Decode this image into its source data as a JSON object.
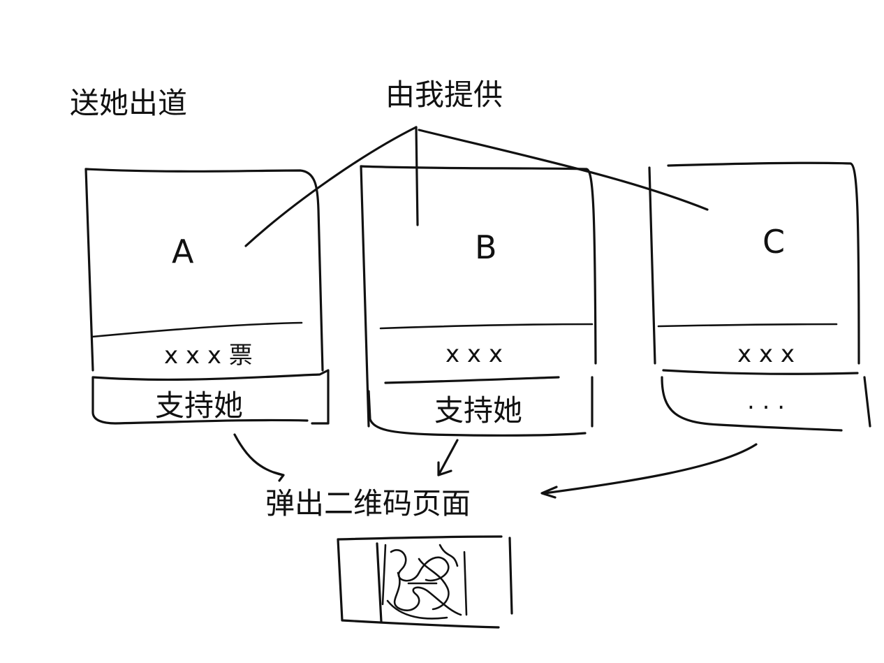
{
  "heading_left": "送她出道",
  "heading_center": "由我提供",
  "cards": [
    {
      "letter": "A",
      "footer_text": "x x x 票",
      "action_text": "支持她"
    },
    {
      "letter": "B",
      "footer_text": "x x x",
      "action_text": "支持她"
    },
    {
      "letter": "C",
      "footer_text": "x x x",
      "action_text": ". . ."
    }
  ],
  "result_text": "弹出二维码页面",
  "qr_icon": "qr-code-icon"
}
